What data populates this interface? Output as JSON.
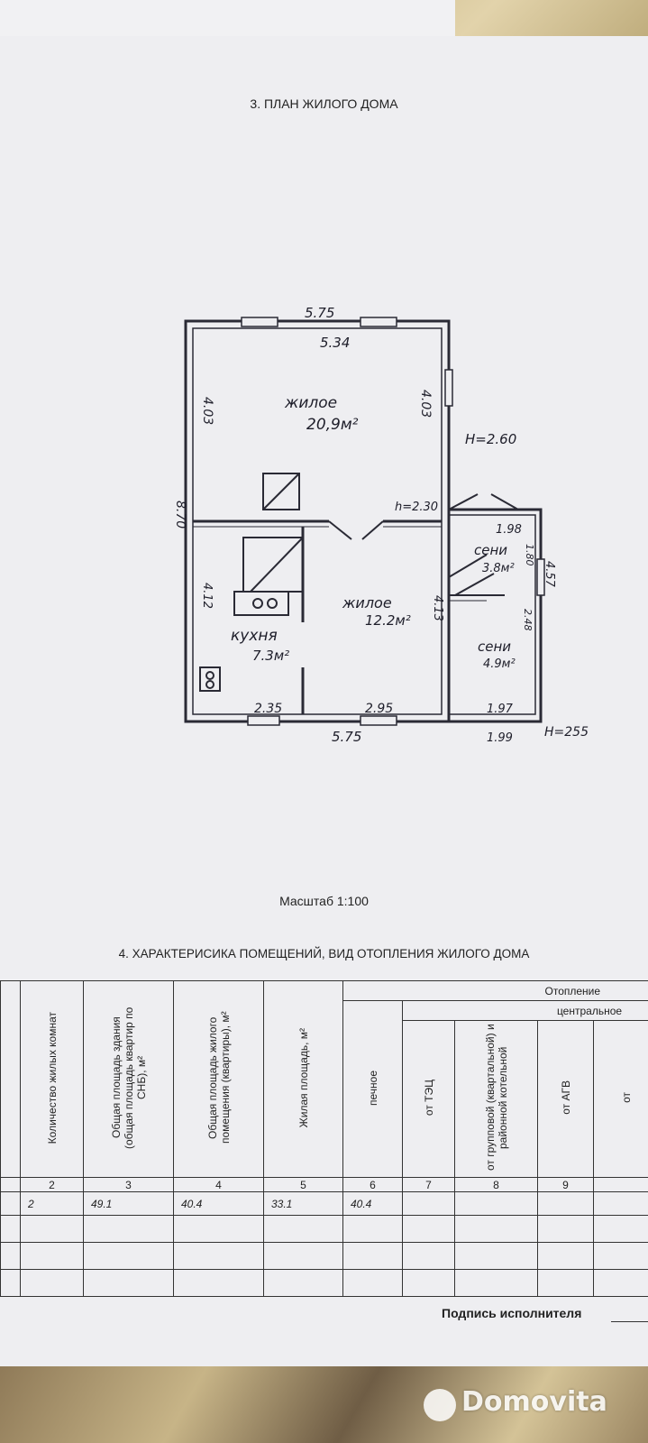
{
  "section3_title": "3. ПЛАН ЖИЛОГО ДОМА",
  "plan": {
    "dim_top_outer": "5.75",
    "dim_top_inner": "5.34",
    "dim_left_total": "8.70",
    "dim_left_upper": "4.03",
    "dim_right_upper": "4.03",
    "height_main": "H=2.60",
    "h_partition": "h=2.30",
    "room_living1_name": "жилое",
    "room_living1_area": "20,9м²",
    "room_living2_name": "жилое",
    "room_living2_area": "12.2м²",
    "room_kitchen_name": "кухня",
    "room_kitchen_area": "7.3м²",
    "room_seni1_name": "сени",
    "room_seni1_area": "3.8м²",
    "room_seni2_name": "сени",
    "room_seni2_area": "4.9м²",
    "dim_seni_width": "1.98",
    "dim_seni1_height": "1.80",
    "dim_seni_right": "4.57",
    "dim_seni2_height": "2.48",
    "dim_left_lower": "4.12",
    "dim_mid_lower": "4.13",
    "dim_bottom_kitchen": "2.35",
    "dim_bottom_living": "2.95",
    "dim_bottom_seni_inner": "1.97",
    "dim_bottom_outer": "5.75",
    "dim_bottom_seni_outer": "1.99",
    "height_seni": "H=255"
  },
  "scale_label": "Масштаб 1:100",
  "section4_title": "4. ХАРАКТЕРИСИКА ПОМЕЩЕНИЙ, ВИД ОТОПЛЕНИЯ ЖИЛОГО ДОМА",
  "table": {
    "heating_header": "Отопление",
    "central_header": "центральное",
    "columns": [
      "Количество жилых комнат",
      "Общая площадь здания (общая площадь квартир по СНБ), м²",
      "Общая площадь жилого помещения (квартиры), м²",
      "Жилая площадь, м²",
      "печное",
      "от ТЭЦ",
      "от групповой (квартальной) и районной котельной",
      "от АГВ",
      "от"
    ],
    "col_numbers": [
      "2",
      "3",
      "4",
      "5",
      "6",
      "7",
      "8",
      "9",
      ""
    ],
    "row1": [
      "2",
      "49.1",
      "40.4",
      "33.1",
      "40.4",
      "",
      "",
      "",
      ""
    ]
  },
  "signature_label": "Подпись исполнителя",
  "watermark": "Domovita"
}
